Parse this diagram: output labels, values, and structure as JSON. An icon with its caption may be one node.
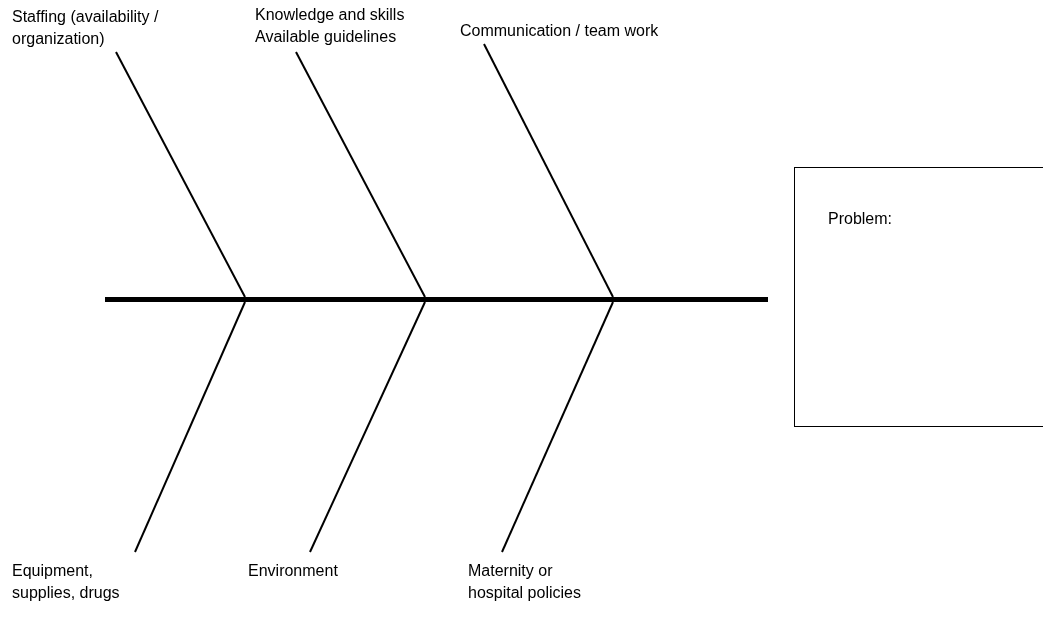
{
  "diagram": {
    "nodes": [
      {
        "text": [
          "Staffing (availability / organization)"
        ]
      },
      {
        "text": [
          "Knowledge and skills",
          "Available guidelines"
        ]
      },
      {
        "text": [
          "Communication / team work"
        ]
      },
      {
        "text": [
          "Equipment, supplies, drugs"
        ]
      },
      {
        "text": [
          "Environment"
        ]
      },
      {
        "text": [
          "Maternity or hospital policies"
        ]
      },
      {
        "text": [],
        "shape": "bar"
      },
      {
        "text": [
          "Problem:"
        ]
      }
    ],
    "edges": [
      {
        "from": 0,
        "to": 6,
        "arrow": "none"
      },
      {
        "from": 1,
        "to": 6,
        "arrow": "none"
      },
      {
        "from": 2,
        "to": 6,
        "arrow": "none"
      },
      {
        "from": 3,
        "to": 6,
        "arrow": "none"
      },
      {
        "from": 4,
        "to": 6,
        "arrow": "none"
      },
      {
        "from": 5,
        "to": 6,
        "arrow": "none"
      }
    ]
  }
}
